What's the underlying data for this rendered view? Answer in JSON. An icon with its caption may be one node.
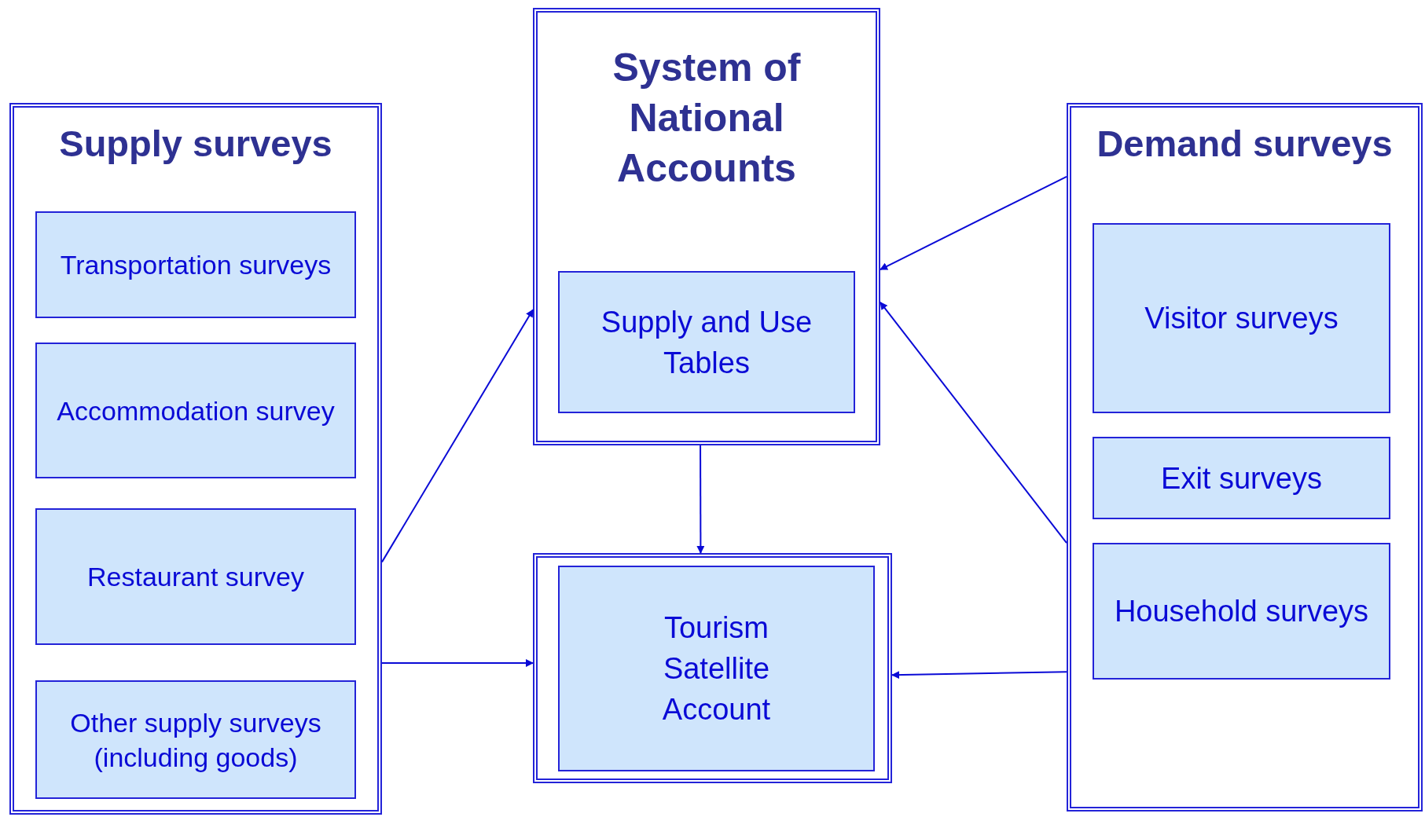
{
  "diagram": {
    "nodes": [
      {
        "text": [
          "Supply surveys"
        ]
      },
      {
        "text": [
          "Transportation surveys"
        ],
        "in": 0
      },
      {
        "text": [
          "Accommodation survey"
        ],
        "in": 0
      },
      {
        "text": [
          "Restaurant survey"
        ],
        "in": 0
      },
      {
        "text": [
          "Other supply surveys (including goods)"
        ],
        "in": 0
      },
      {
        "text": [
          "System of National Accounts"
        ]
      },
      {
        "text": [
          "Supply and Use Tables"
        ],
        "in": 5
      },
      {
        "text": [
          "Tourism Satellite Account"
        ]
      },
      {
        "text": [
          "Demand surveys"
        ]
      },
      {
        "text": [
          "Visitor surveys"
        ],
        "in": 8
      },
      {
        "text": [
          "Exit surveys"
        ],
        "in": 8
      },
      {
        "text": [
          "Household surveys"
        ],
        "in": 8
      }
    ],
    "edges": [
      {
        "from": 0,
        "to": 5,
        "arrow": "to"
      },
      {
        "from": 0,
        "to": 7,
        "arrow": "to"
      },
      {
        "from": 5,
        "to": 7,
        "arrow": "to"
      },
      {
        "from": 8,
        "to": 5,
        "arrow": "to"
      },
      {
        "from": 8,
        "to": 5,
        "arrow": "to"
      },
      {
        "from": 8,
        "to": 7,
        "arrow": "to"
      }
    ]
  }
}
